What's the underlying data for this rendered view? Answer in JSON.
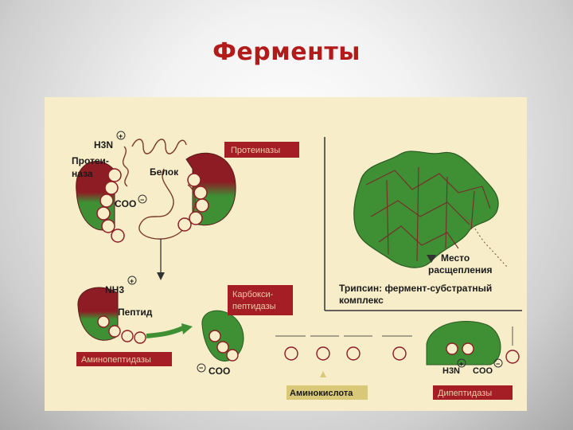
{
  "slide": {
    "title": "Ферменты"
  },
  "figure": {
    "proteinase_enzyme": "Протеи-",
    "proteinase_enzyme_2": "наза",
    "protein": "Белок",
    "n_terminus": "H3N",
    "c_terminus": "COO",
    "plus": "+",
    "minus": "−",
    "proteinases_tag": "Протеиназы",
    "peptide": "Пептид",
    "peptide_n": "NH3",
    "carboxypeptidases_tag_1": "Карбокси-",
    "carboxypeptidases_tag_2": "пептидазы",
    "aminopeptidases_tag": "Аминопептидазы",
    "c_terminus_2": "COO",
    "amino_acid": "Аминокислота",
    "dipeptidases_tag": "Дипептидазы",
    "dipeptide_n": "H3N",
    "dipeptide_c": "COO",
    "cleavage_site_1": "Место",
    "cleavage_site_2": "расщепления",
    "trypsin_1": "Трипсин: фермент-субстратный",
    "trypsin_2": "комплекс"
  },
  "colors": {
    "title": "#b31b1b",
    "enzyme_green": "#3f8f35",
    "enzyme_red": "#8e1c24",
    "tag_bg": "#a51e26",
    "tag_text": "#f0c9a6",
    "background": "#f7eec9"
  }
}
